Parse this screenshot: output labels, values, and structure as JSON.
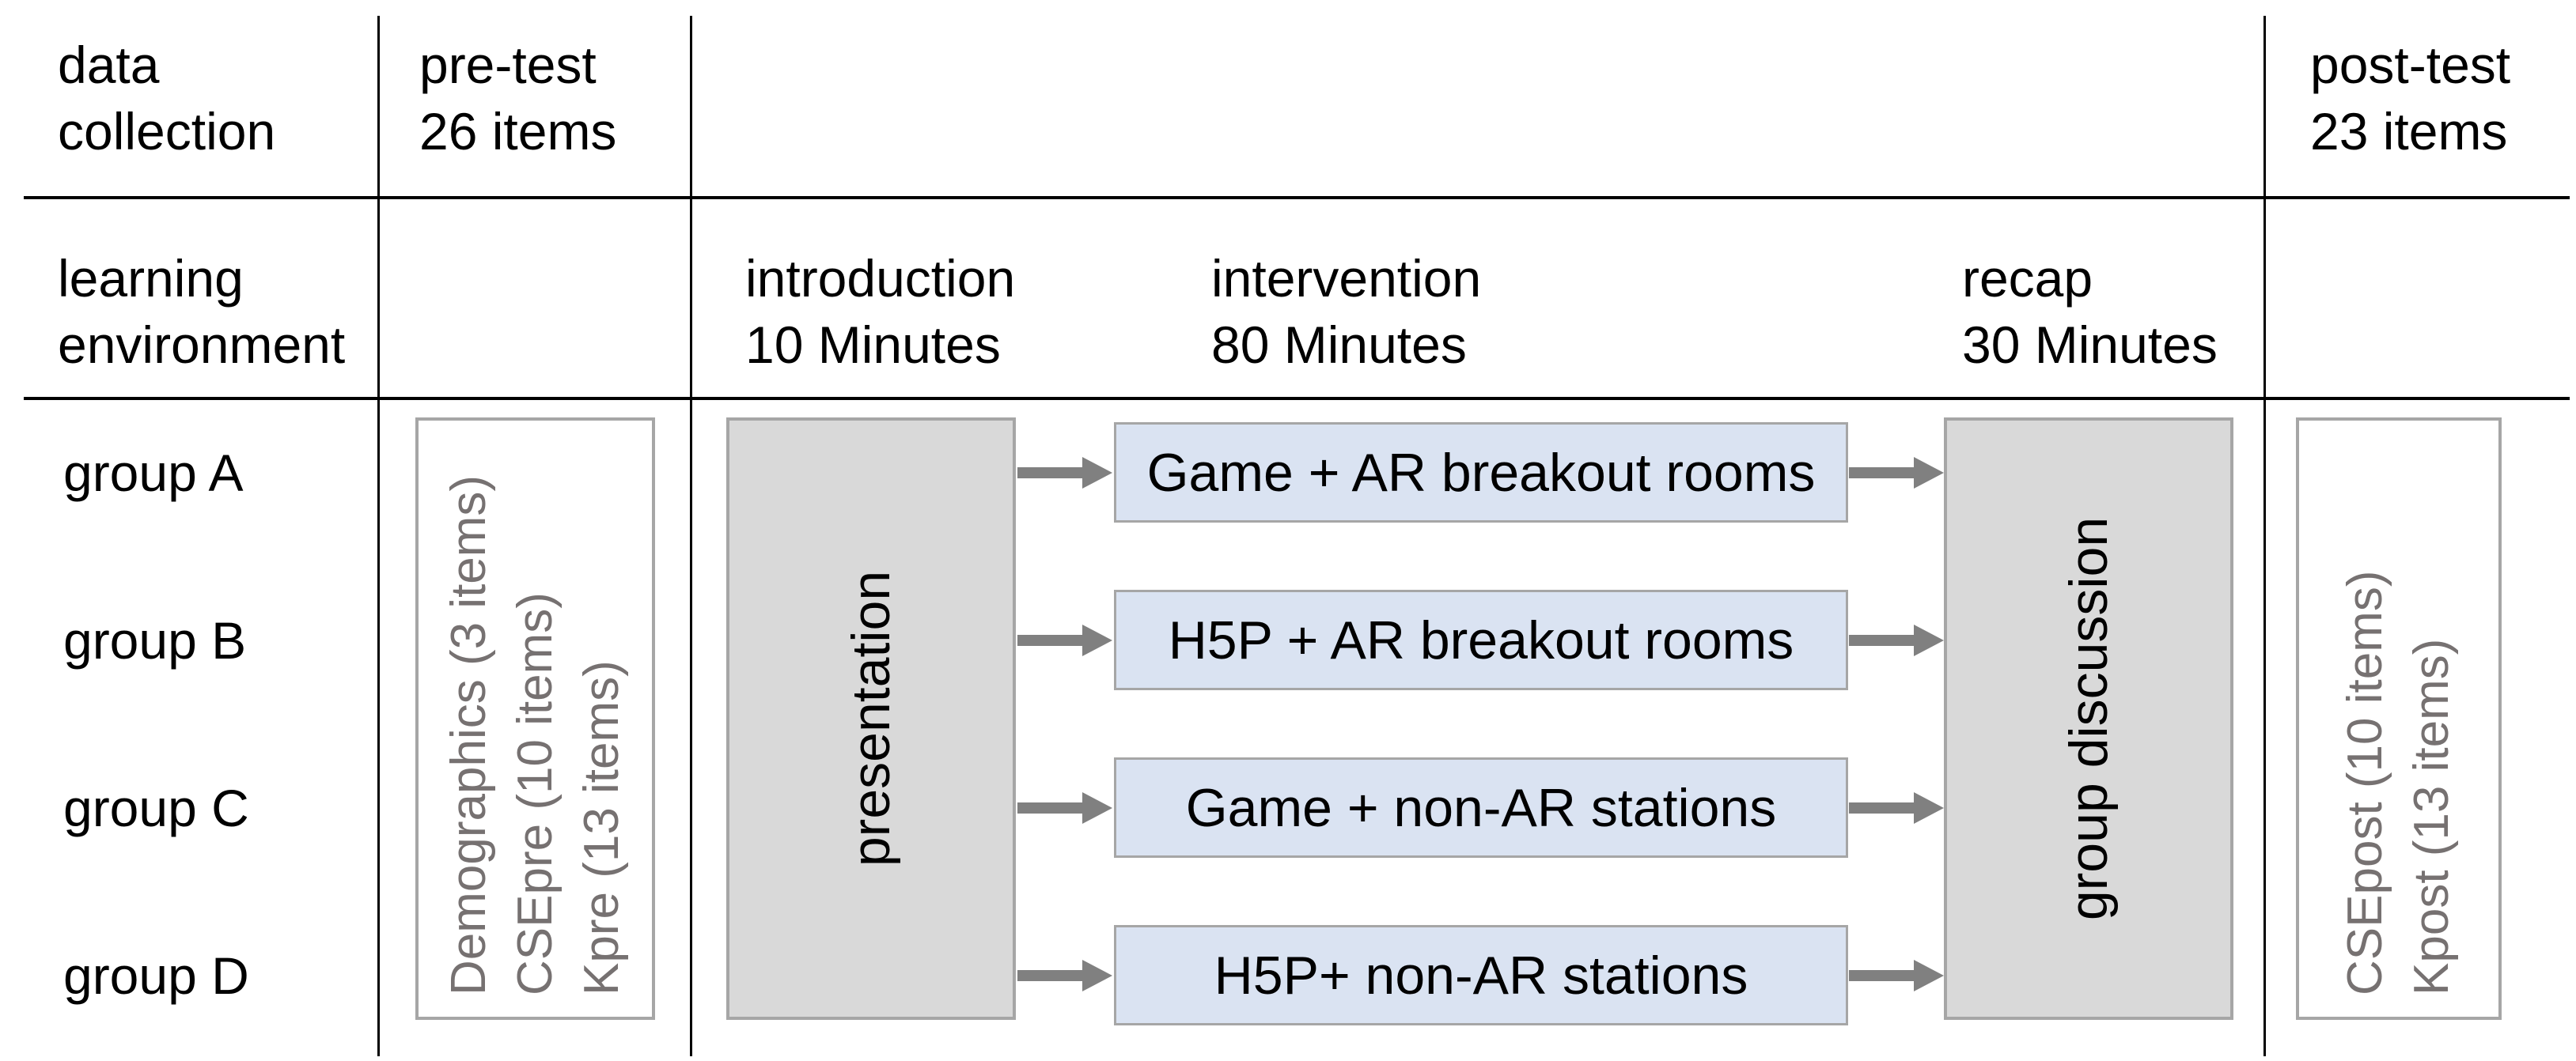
{
  "colors": {
    "blue_fill": "#dae3f2",
    "gray_fill": "#d9d9d9",
    "box_border": "#a6a6a6",
    "arrow_gray": "#808080",
    "rotated_gray_text": "#767171",
    "rule_black": "#000000"
  },
  "header_row": {
    "row_label": {
      "line1": "data",
      "line2": "collection"
    },
    "pre_test": {
      "line1": "pre-test",
      "line2": "26 items"
    },
    "post_test": {
      "line1": "post-test",
      "line2": "23 items"
    }
  },
  "phase_row": {
    "row_label": {
      "line1": "learning",
      "line2": "environment"
    },
    "phases": [
      {
        "name": "introduction",
        "duration": "10 Minutes"
      },
      {
        "name": "intervention",
        "duration": "80 Minutes"
      },
      {
        "name": "recap",
        "duration": "30 Minutes"
      }
    ]
  },
  "groups": [
    {
      "label": "group A"
    },
    {
      "label": "group B"
    },
    {
      "label": "group C"
    },
    {
      "label": "group D"
    }
  ],
  "pre_test_box": {
    "lines": [
      "Demographics (3 items)",
      "CSEpre (10 items)",
      "Kpre (13 items)"
    ]
  },
  "presentation_box": {
    "label": "presentation"
  },
  "intervention_boxes": [
    {
      "label": "Game + AR breakout rooms"
    },
    {
      "label": "H5P + AR breakout rooms"
    },
    {
      "label": "Game + non-AR stations"
    },
    {
      "label": "H5P+ non-AR stations"
    }
  ],
  "recap_box": {
    "label": "group discussion"
  },
  "post_test_box": {
    "lines": [
      "CSEpost (10 items)",
      "Kpost (13 items)"
    ]
  }
}
